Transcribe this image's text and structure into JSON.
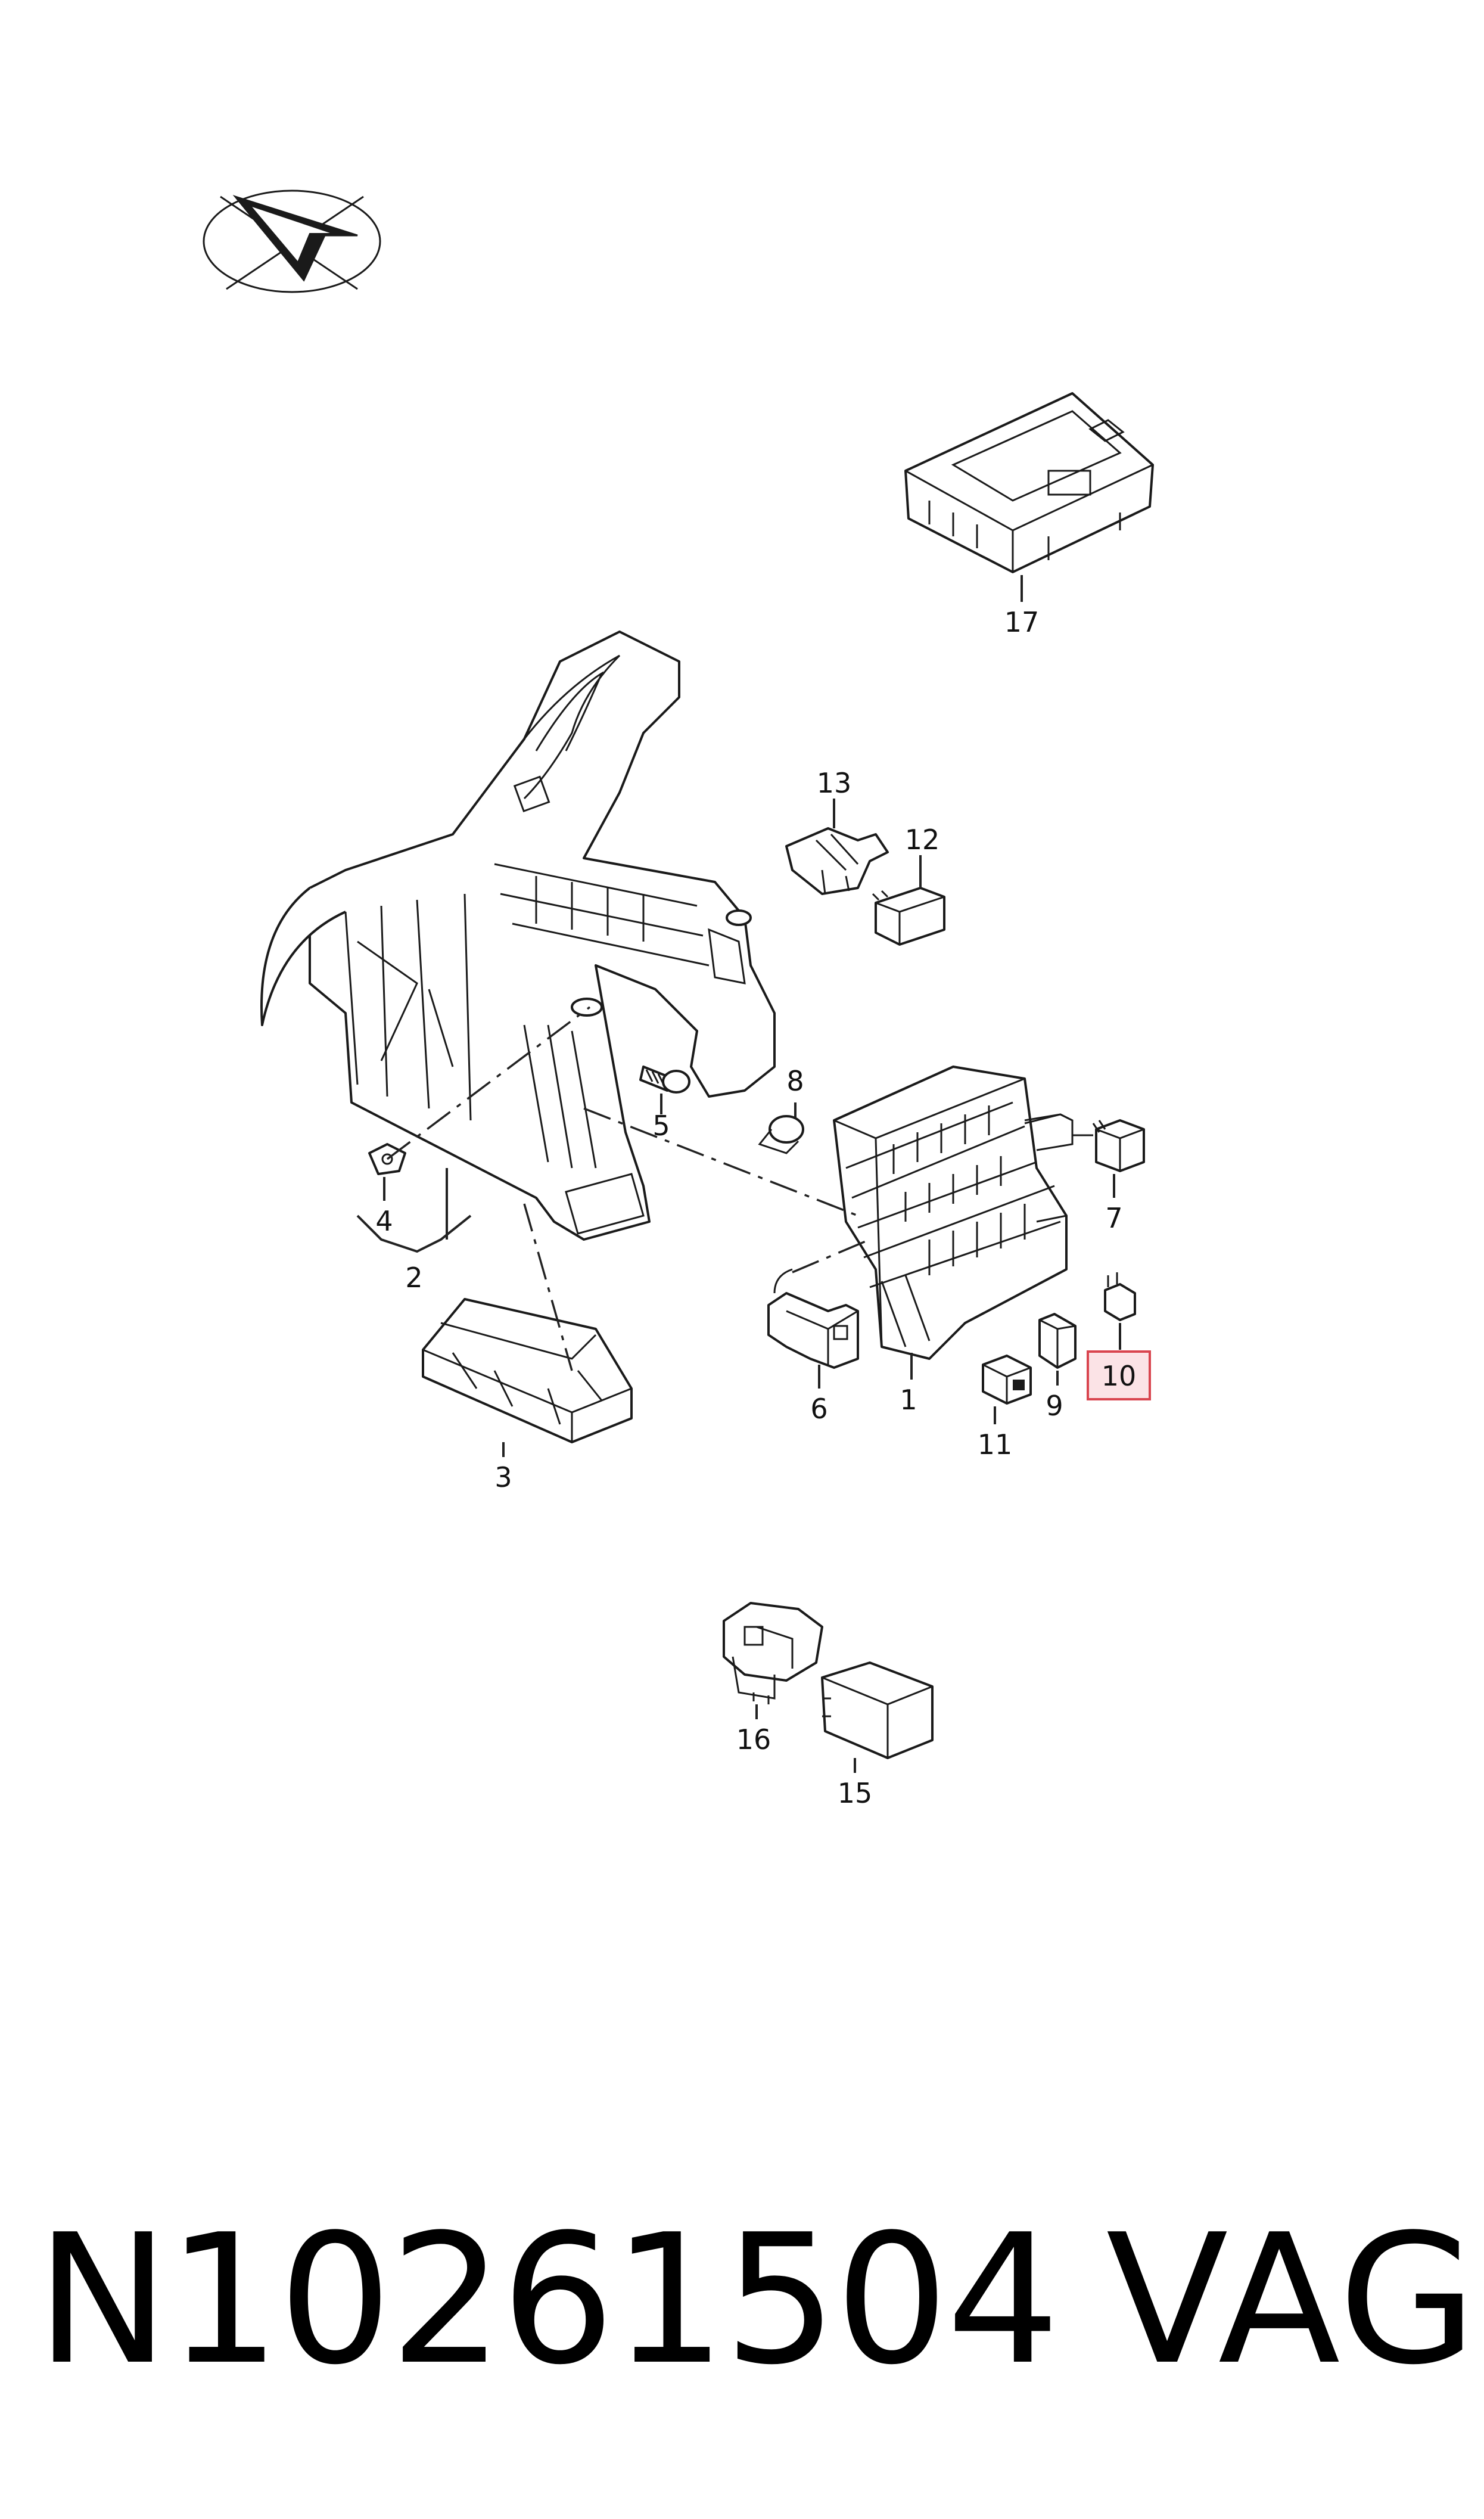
{
  "part_number": "N10261504",
  "brand": "VAG",
  "highlighted_label": "10",
  "colors": {
    "highlight_fill": "#fbe3e6",
    "highlight_stroke": "#d9454f",
    "ink": "#1a1a1a"
  },
  "icons": {
    "orientation": "orientation-arrow-icon"
  },
  "parts": [
    {
      "id": "1",
      "label": "1"
    },
    {
      "id": "2",
      "label": "2"
    },
    {
      "id": "3",
      "label": "3"
    },
    {
      "id": "4",
      "label": "4"
    },
    {
      "id": "5",
      "label": "5"
    },
    {
      "id": "6",
      "label": "6"
    },
    {
      "id": "7",
      "label": "7"
    },
    {
      "id": "8",
      "label": "8"
    },
    {
      "id": "9",
      "label": "9"
    },
    {
      "id": "10",
      "label": "10"
    },
    {
      "id": "11",
      "label": "11"
    },
    {
      "id": "12",
      "label": "12"
    },
    {
      "id": "13",
      "label": "13"
    },
    {
      "id": "15",
      "label": "15"
    },
    {
      "id": "16",
      "label": "16"
    },
    {
      "id": "17",
      "label": "17"
    }
  ]
}
